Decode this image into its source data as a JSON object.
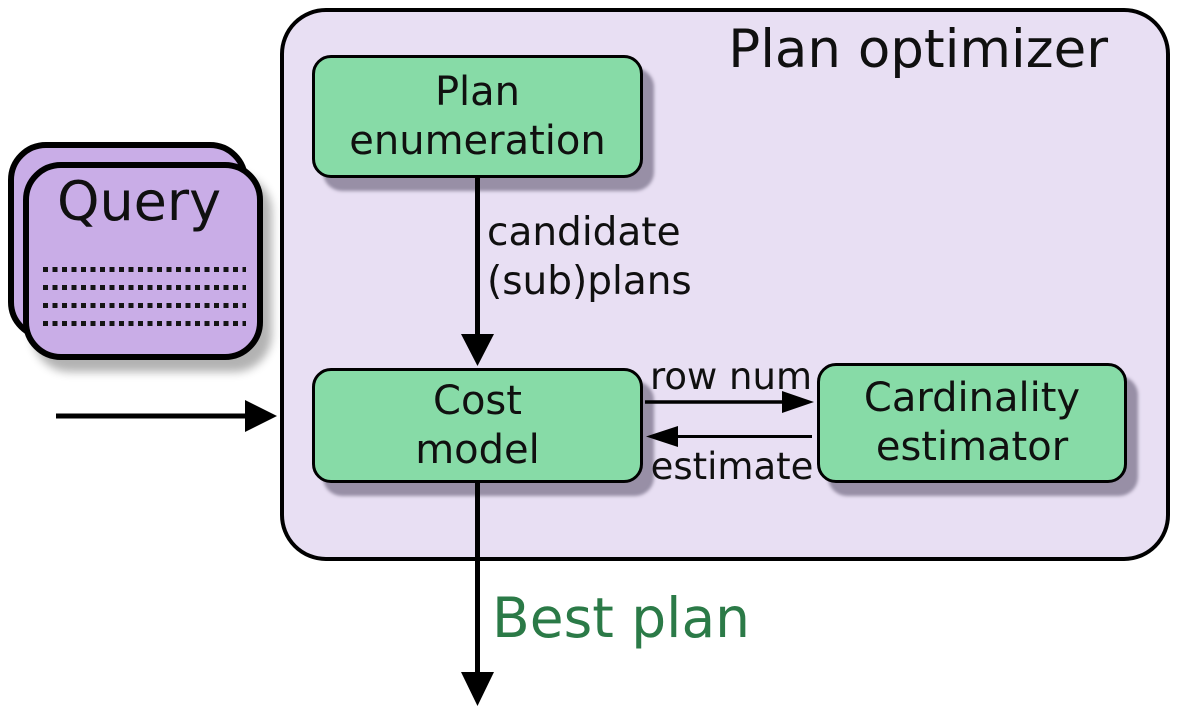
{
  "diagram": {
    "container": {
      "title": "Plan optimizer"
    },
    "query": {
      "label": "Query",
      "dotted_line_count": 4
    },
    "nodes": {
      "plan_enumeration": {
        "line1": "Plan",
        "line2": "enumeration"
      },
      "cost_model": {
        "line1": "Cost",
        "line2": "model"
      },
      "cardinality_estimator": {
        "line1": "Cardinality",
        "line2": "estimator"
      }
    },
    "labels": {
      "candidate_line1": "candidate",
      "candidate_line2": "(sub)plans",
      "row_num": "row num",
      "estimate": "estimate",
      "best_plan": "Best plan"
    },
    "colors": {
      "container_fill": "#e8dff3",
      "node_fill": "#87dba7",
      "query_fill": "#c9ade7",
      "best_plan_text": "#2b7a47",
      "outline": "#000000"
    }
  }
}
